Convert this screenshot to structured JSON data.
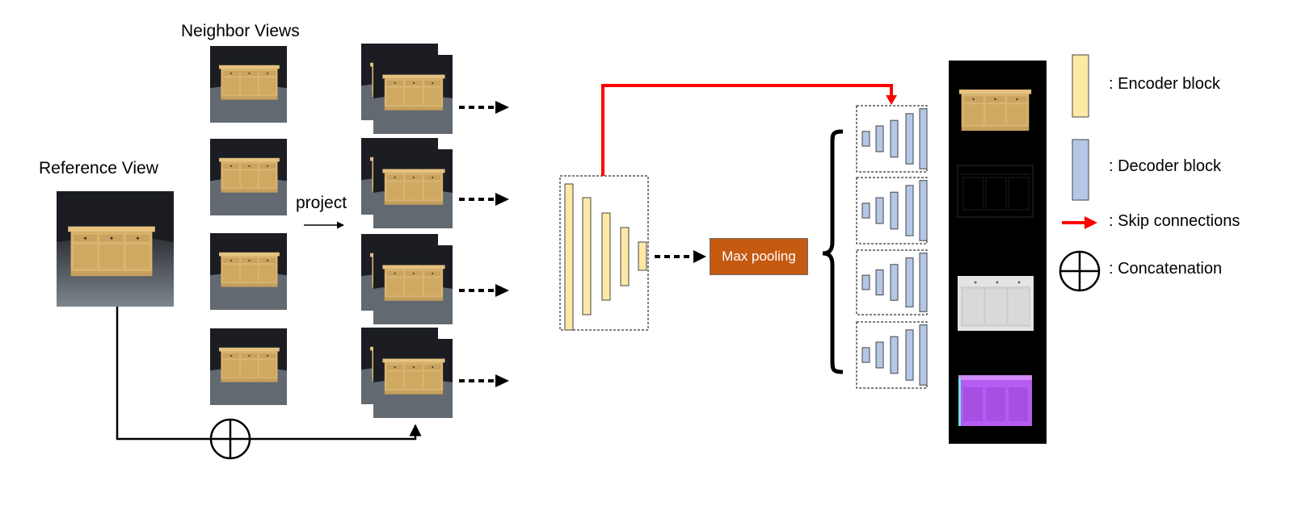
{
  "labels": {
    "neighbor_views": "Neighbor Views",
    "reference_view": "Reference View",
    "project": "project",
    "max_pooling": "Max pooling"
  },
  "legend": [
    {
      "key": "encoder",
      "text": ": Encoder block"
    },
    {
      "key": "decoder",
      "text": ": Decoder block"
    },
    {
      "key": "skip",
      "text": ": Skip connections"
    },
    {
      "key": "concat",
      "text": ": Concatenation"
    }
  ],
  "colors": {
    "encoder_fill": "#fde9a6",
    "decoder_fill": "#b4c7e7",
    "skip_red": "#ff0000",
    "maxpool_fill": "#c55a11",
    "photo_bg": "#1a1c22",
    "wood": "#d9b46e",
    "normal_map": "#b65cf2"
  }
}
